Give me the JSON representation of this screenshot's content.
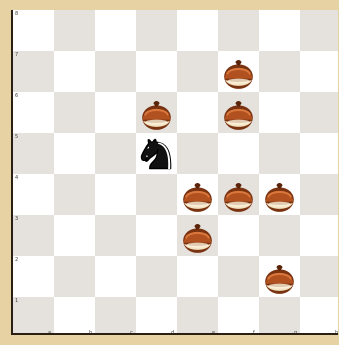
{
  "board": {
    "files": [
      "a",
      "b",
      "c",
      "d",
      "e",
      "f",
      "g",
      "h"
    ],
    "ranks": [
      "8",
      "7",
      "6",
      "5",
      "4",
      "3",
      "2",
      "1"
    ],
    "colors": {
      "light": "#ffffff",
      "dark": "#e5e2dd",
      "frame": "#e6d2a2"
    },
    "pieces": [
      {
        "type": "chestnut",
        "square": "f7"
      },
      {
        "type": "chestnut",
        "square": "d6"
      },
      {
        "type": "chestnut",
        "square": "f6"
      },
      {
        "type": "knight",
        "color": "black",
        "square": "d5"
      },
      {
        "type": "chestnut",
        "square": "e4"
      },
      {
        "type": "chestnut",
        "square": "f4"
      },
      {
        "type": "chestnut",
        "square": "g4"
      },
      {
        "type": "chestnut",
        "square": "e3"
      },
      {
        "type": "chestnut",
        "square": "g2"
      }
    ]
  }
}
